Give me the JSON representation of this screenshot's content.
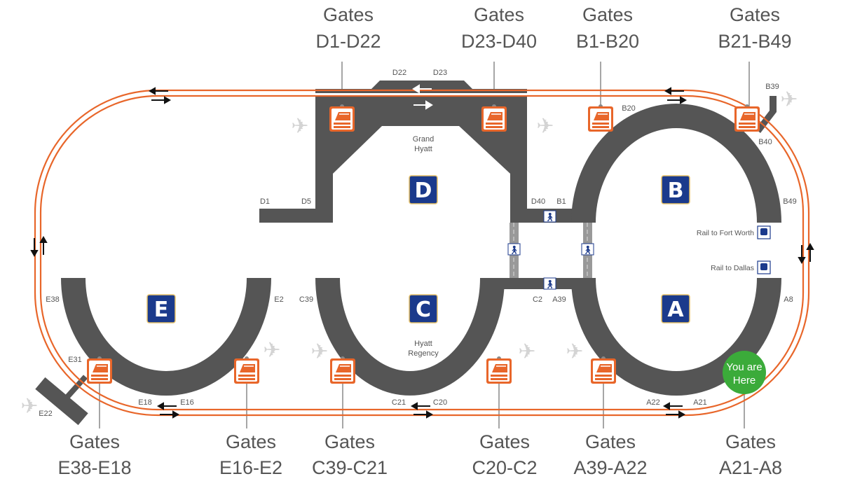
{
  "colors": {
    "terminal": "#555555",
    "skylink_track": "#e8662a",
    "terminal_badge": "#1b3a8c",
    "you_are_here": "#3bab3a"
  },
  "gate_callouts": {
    "top": [
      {
        "title": "Gates",
        "range": "D1-D22"
      },
      {
        "title": "Gates",
        "range": "D23-D40"
      },
      {
        "title": "Gates",
        "range": "B1-B20"
      },
      {
        "title": "Gates",
        "range": "B21-B49"
      }
    ],
    "bottom": [
      {
        "title": "Gates",
        "range": "E38-E18"
      },
      {
        "title": "Gates",
        "range": "E16-E2"
      },
      {
        "title": "Gates",
        "range": "C39-C21"
      },
      {
        "title": "Gates",
        "range": "C20-C2"
      },
      {
        "title": "Gates",
        "range": "A39-A22"
      },
      {
        "title": "Gates",
        "range": "A21-A8"
      }
    ]
  },
  "terminals": {
    "a": "A",
    "b": "B",
    "c": "C",
    "d": "D",
    "e": "E"
  },
  "hotels": {
    "grand_hyatt": [
      "Grand",
      "Hyatt"
    ],
    "hyatt_regency": [
      "Hyatt",
      "Regency"
    ]
  },
  "gate_labels": {
    "d22": "D22",
    "d23": "D23",
    "d1": "D1",
    "d5": "D5",
    "d40": "D40",
    "b1": "B1",
    "b20": "B20",
    "b39": "B39",
    "b40": "B40",
    "b49": "B49",
    "e38": "E38",
    "e2": "E2",
    "c39": "C39",
    "c2": "C2",
    "a39": "A39",
    "a8": "A8",
    "e31": "E31",
    "e18": "E18",
    "e16": "E16",
    "c21": "C21",
    "c20": "C20",
    "a22": "A22",
    "a21": "A21",
    "e22": "E22"
  },
  "rail": {
    "fort_worth": "Rail to Fort Worth",
    "dallas": "Rail to Dallas"
  },
  "you_are_here": [
    "You are",
    "Here"
  ],
  "icons": {
    "skylink_station": "train-icon",
    "walkway": "pedestrian-icon",
    "rail": "rail-icon",
    "aircraft": "airplane-icon"
  }
}
